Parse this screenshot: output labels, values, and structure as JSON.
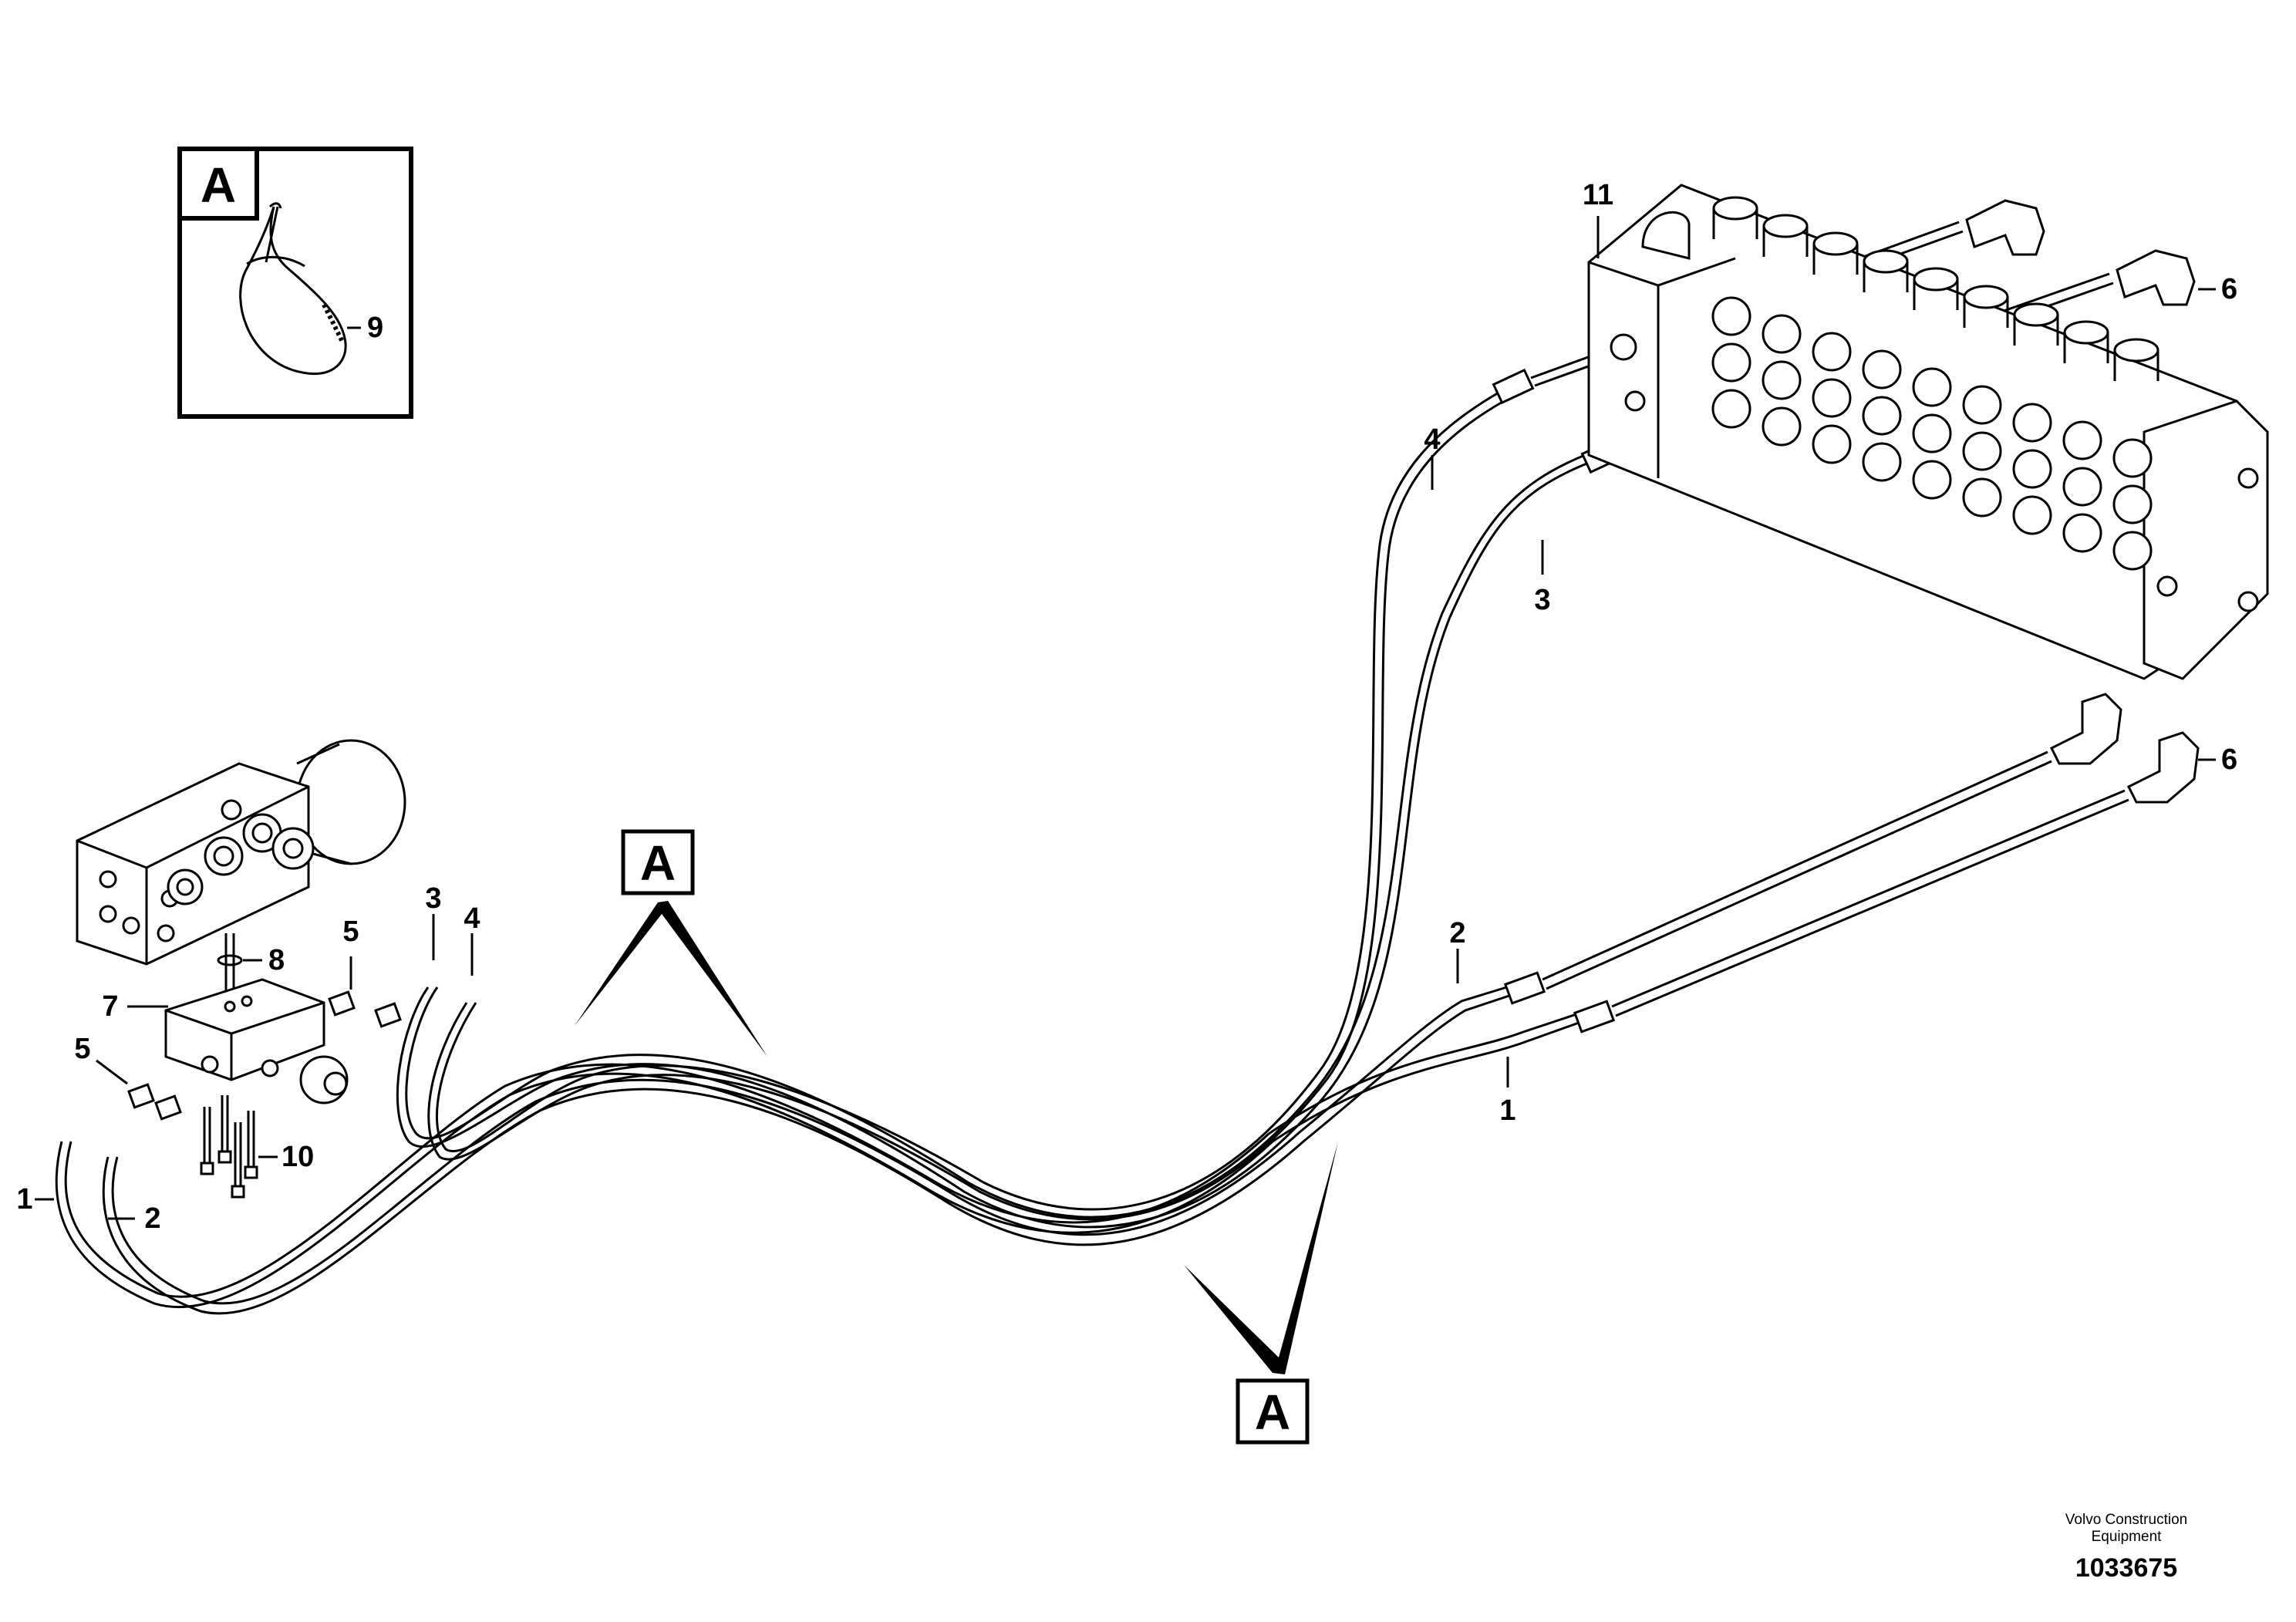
{
  "callouts": {
    "c1_left": "1",
    "c2_left": "2",
    "c3_top": "3",
    "c4_top": "4",
    "c5_upper": "5",
    "c5_lower": "5",
    "c7": "7",
    "c8": "8",
    "c9": "9",
    "c10": "10",
    "c11": "11",
    "c4_right": "4",
    "c3_right": "3",
    "c6_upper": "6",
    "c6_lower": "6",
    "c2_right": "2",
    "c1_right": "1"
  },
  "detail_labels": {
    "inset": "A",
    "upper": "A",
    "lower": "A"
  },
  "footer": {
    "brand_line1": "Volvo Construction",
    "brand_line2": "Equipment",
    "doc_number": "1033675"
  }
}
